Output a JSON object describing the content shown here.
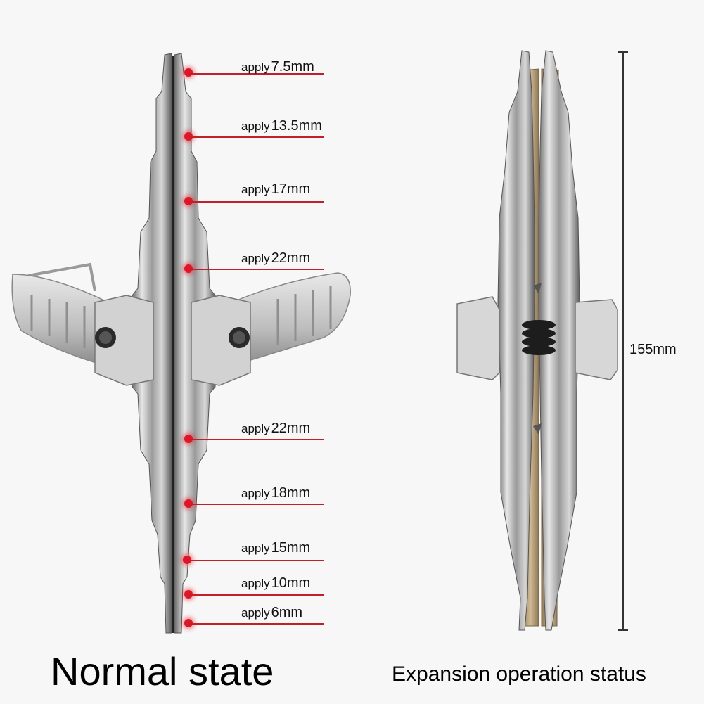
{
  "labels": [
    {
      "prefix": "apply",
      "value": "7.5mm"
    },
    {
      "prefix": "apply",
      "value": "13.5mm"
    },
    {
      "prefix": "apply",
      "value": "17mm"
    },
    {
      "prefix": "apply",
      "value": "22mm"
    },
    {
      "prefix": "apply",
      "value": "22mm"
    },
    {
      "prefix": "apply",
      "value": "18mm"
    },
    {
      "prefix": "apply",
      "value": "15mm"
    },
    {
      "prefix": "apply",
      "value": "10mm"
    },
    {
      "prefix": "apply",
      "value": "6mm"
    }
  ],
  "captions": {
    "left": "Normal state",
    "right": "Expansion operation status"
  },
  "dimension": "155mm",
  "colors": {
    "marker": "#e01525",
    "line": "#c21f2a",
    "metal": "#c9c9c9",
    "brass": "#b59a72"
  }
}
